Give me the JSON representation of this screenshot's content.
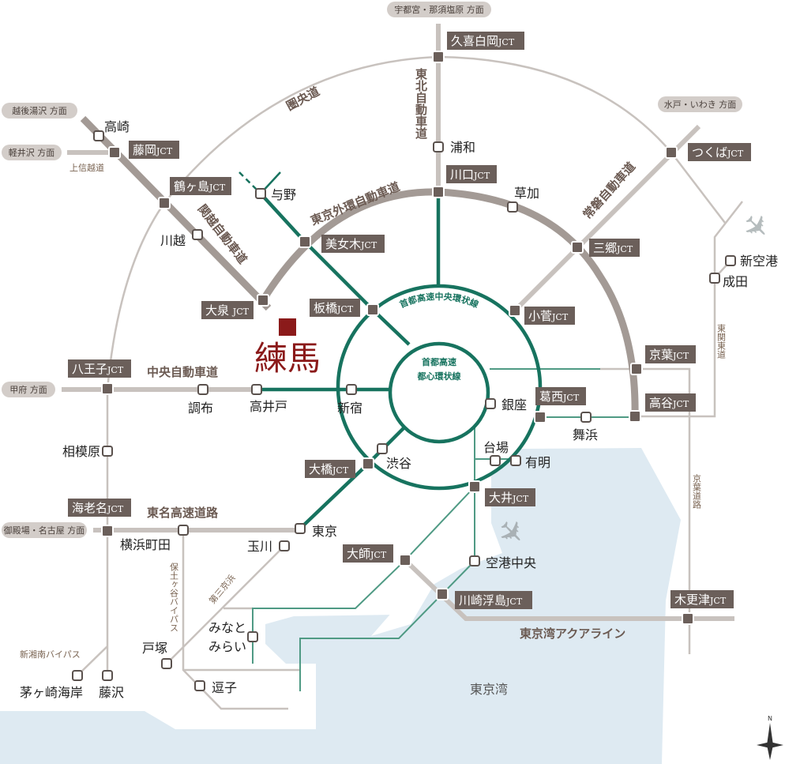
{
  "home": {
    "label": "練馬"
  },
  "destinations": [
    {
      "label": "宇都宮・那須塩原 方面"
    },
    {
      "label": "越後湯沢 方面"
    },
    {
      "label": "軽井沢 方面"
    },
    {
      "label": "水戸・いわき 方面"
    },
    {
      "label": "甲府 方面"
    },
    {
      "label": "御殿場・名古屋 方面"
    }
  ],
  "jcts": [
    {
      "name": "久喜白岡",
      "suffix": "JCT"
    },
    {
      "name": "藤岡",
      "suffix": "JCT"
    },
    {
      "name": "鶴ヶ島",
      "suffix": "JCT"
    },
    {
      "name": "美女木",
      "suffix": "JCT"
    },
    {
      "name": "川口",
      "suffix": "JCT"
    },
    {
      "name": "つくば",
      "suffix": "JCT"
    },
    {
      "name": "三郷",
      "suffix": "JCT"
    },
    {
      "name": "小菅",
      "suffix": "JCT"
    },
    {
      "name": "京葉",
      "suffix": "JCT"
    },
    {
      "name": "高谷",
      "suffix": "JCT"
    },
    {
      "name": "葛西",
      "suffix": "JCT"
    },
    {
      "name": "大井",
      "suffix": "JCT"
    },
    {
      "name": "大橋",
      "suffix": "JCT"
    },
    {
      "name": "大師",
      "suffix": "JCT"
    },
    {
      "name": "川崎浮島",
      "suffix": "JCT"
    },
    {
      "name": "木更津",
      "suffix": "JCT"
    },
    {
      "name": "板橋",
      "suffix": "JCT"
    },
    {
      "name": "大泉 ",
      "suffix": "JCT"
    },
    {
      "name": "八王子",
      "suffix": "JCT"
    },
    {
      "name": "海老名",
      "suffix": "JCT"
    }
  ],
  "stations": [
    {
      "label": "高崎"
    },
    {
      "label": "川越"
    },
    {
      "label": "与野"
    },
    {
      "label": "浦和"
    },
    {
      "label": "草加"
    },
    {
      "label": "新空港"
    },
    {
      "label": "成田"
    },
    {
      "label": "調布"
    },
    {
      "label": "高井戸"
    },
    {
      "label": "新宿"
    },
    {
      "label": "銀座"
    },
    {
      "label": "台場"
    },
    {
      "label": "有明"
    },
    {
      "label": "渋谷"
    },
    {
      "label": "舞浜"
    },
    {
      "label": "相模原"
    },
    {
      "label": "横浜町田"
    },
    {
      "label": "東京"
    },
    {
      "label": "玉川"
    },
    {
      "label": "空港中央"
    },
    {
      "label": "みなと"
    },
    {
      "label": "戸塚"
    },
    {
      "label": "逗子"
    },
    {
      "label": "茅ヶ崎海岸"
    },
    {
      "label": "藤沢"
    }
  ],
  "minatomirai_line2": "みらい",
  "roads": {
    "kenodo": "圏央道",
    "gaikan": "東京外環自動車道",
    "kanetsu": "関越自動車道",
    "tohoku": "東北自動車道",
    "joban": "常磐自動車道",
    "chuo_kanjo": "首都高速中央環状線",
    "toshin_1": "首都高速",
    "toshin_2": "都心環状線",
    "chuo": "中央自動車道",
    "tomei": "東名高速道路",
    "hodogaya": "保土ヶ谷バイパス",
    "daisan_keihin": "第三京浜",
    "shinshonan": "新湘南バイパス",
    "higashikanto": "東関東道",
    "keiyo": "京葉道路",
    "aqualine": "東京湾アクアライン",
    "joshinetsu": "上信越道"
  },
  "places": {
    "bay": "東京湾"
  },
  "compass": {
    "north": "N"
  },
  "colors": {
    "green": "#17735f",
    "road": "#c8c2be",
    "outer": "#a39a95",
    "jct": "#6b5f5a",
    "sea": "#deeaf2",
    "home": "#8b1a1a"
  }
}
